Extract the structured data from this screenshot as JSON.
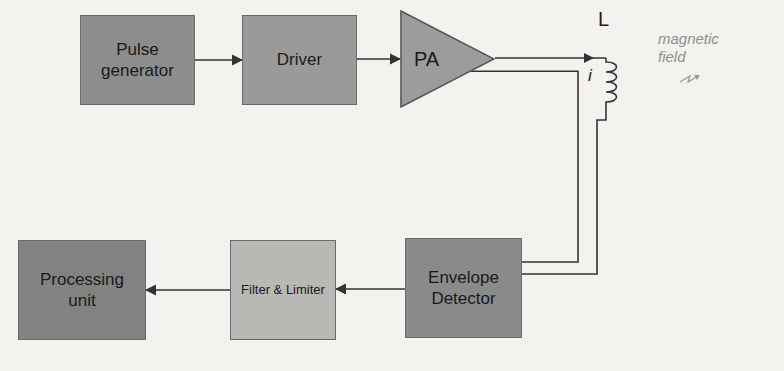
{
  "diagram": {
    "nodes": [
      {
        "text": [
          "Pulse generator"
        ]
      },
      {
        "text": [
          "Driver"
        ]
      },
      {
        "text": [
          "PA"
        ]
      },
      {
        "text": [
          "Processing unit"
        ]
      },
      {
        "text": [
          "Filter & Limiter"
        ]
      },
      {
        "text": [
          "Envelope Detector"
        ]
      }
    ],
    "edges": [
      {
        "from": 0,
        "to": 1,
        "arrow": "to"
      },
      {
        "from": 1,
        "to": 2,
        "arrow": "to"
      },
      {
        "from": 5,
        "to": 4,
        "arrow": "to"
      },
      {
        "from": 4,
        "to": 3,
        "arrow": "to"
      },
      {
        "from": 2,
        "to": 5,
        "arrow": "none"
      }
    ],
    "labels": [
      "L",
      "i",
      "magnetic field"
    ]
  }
}
